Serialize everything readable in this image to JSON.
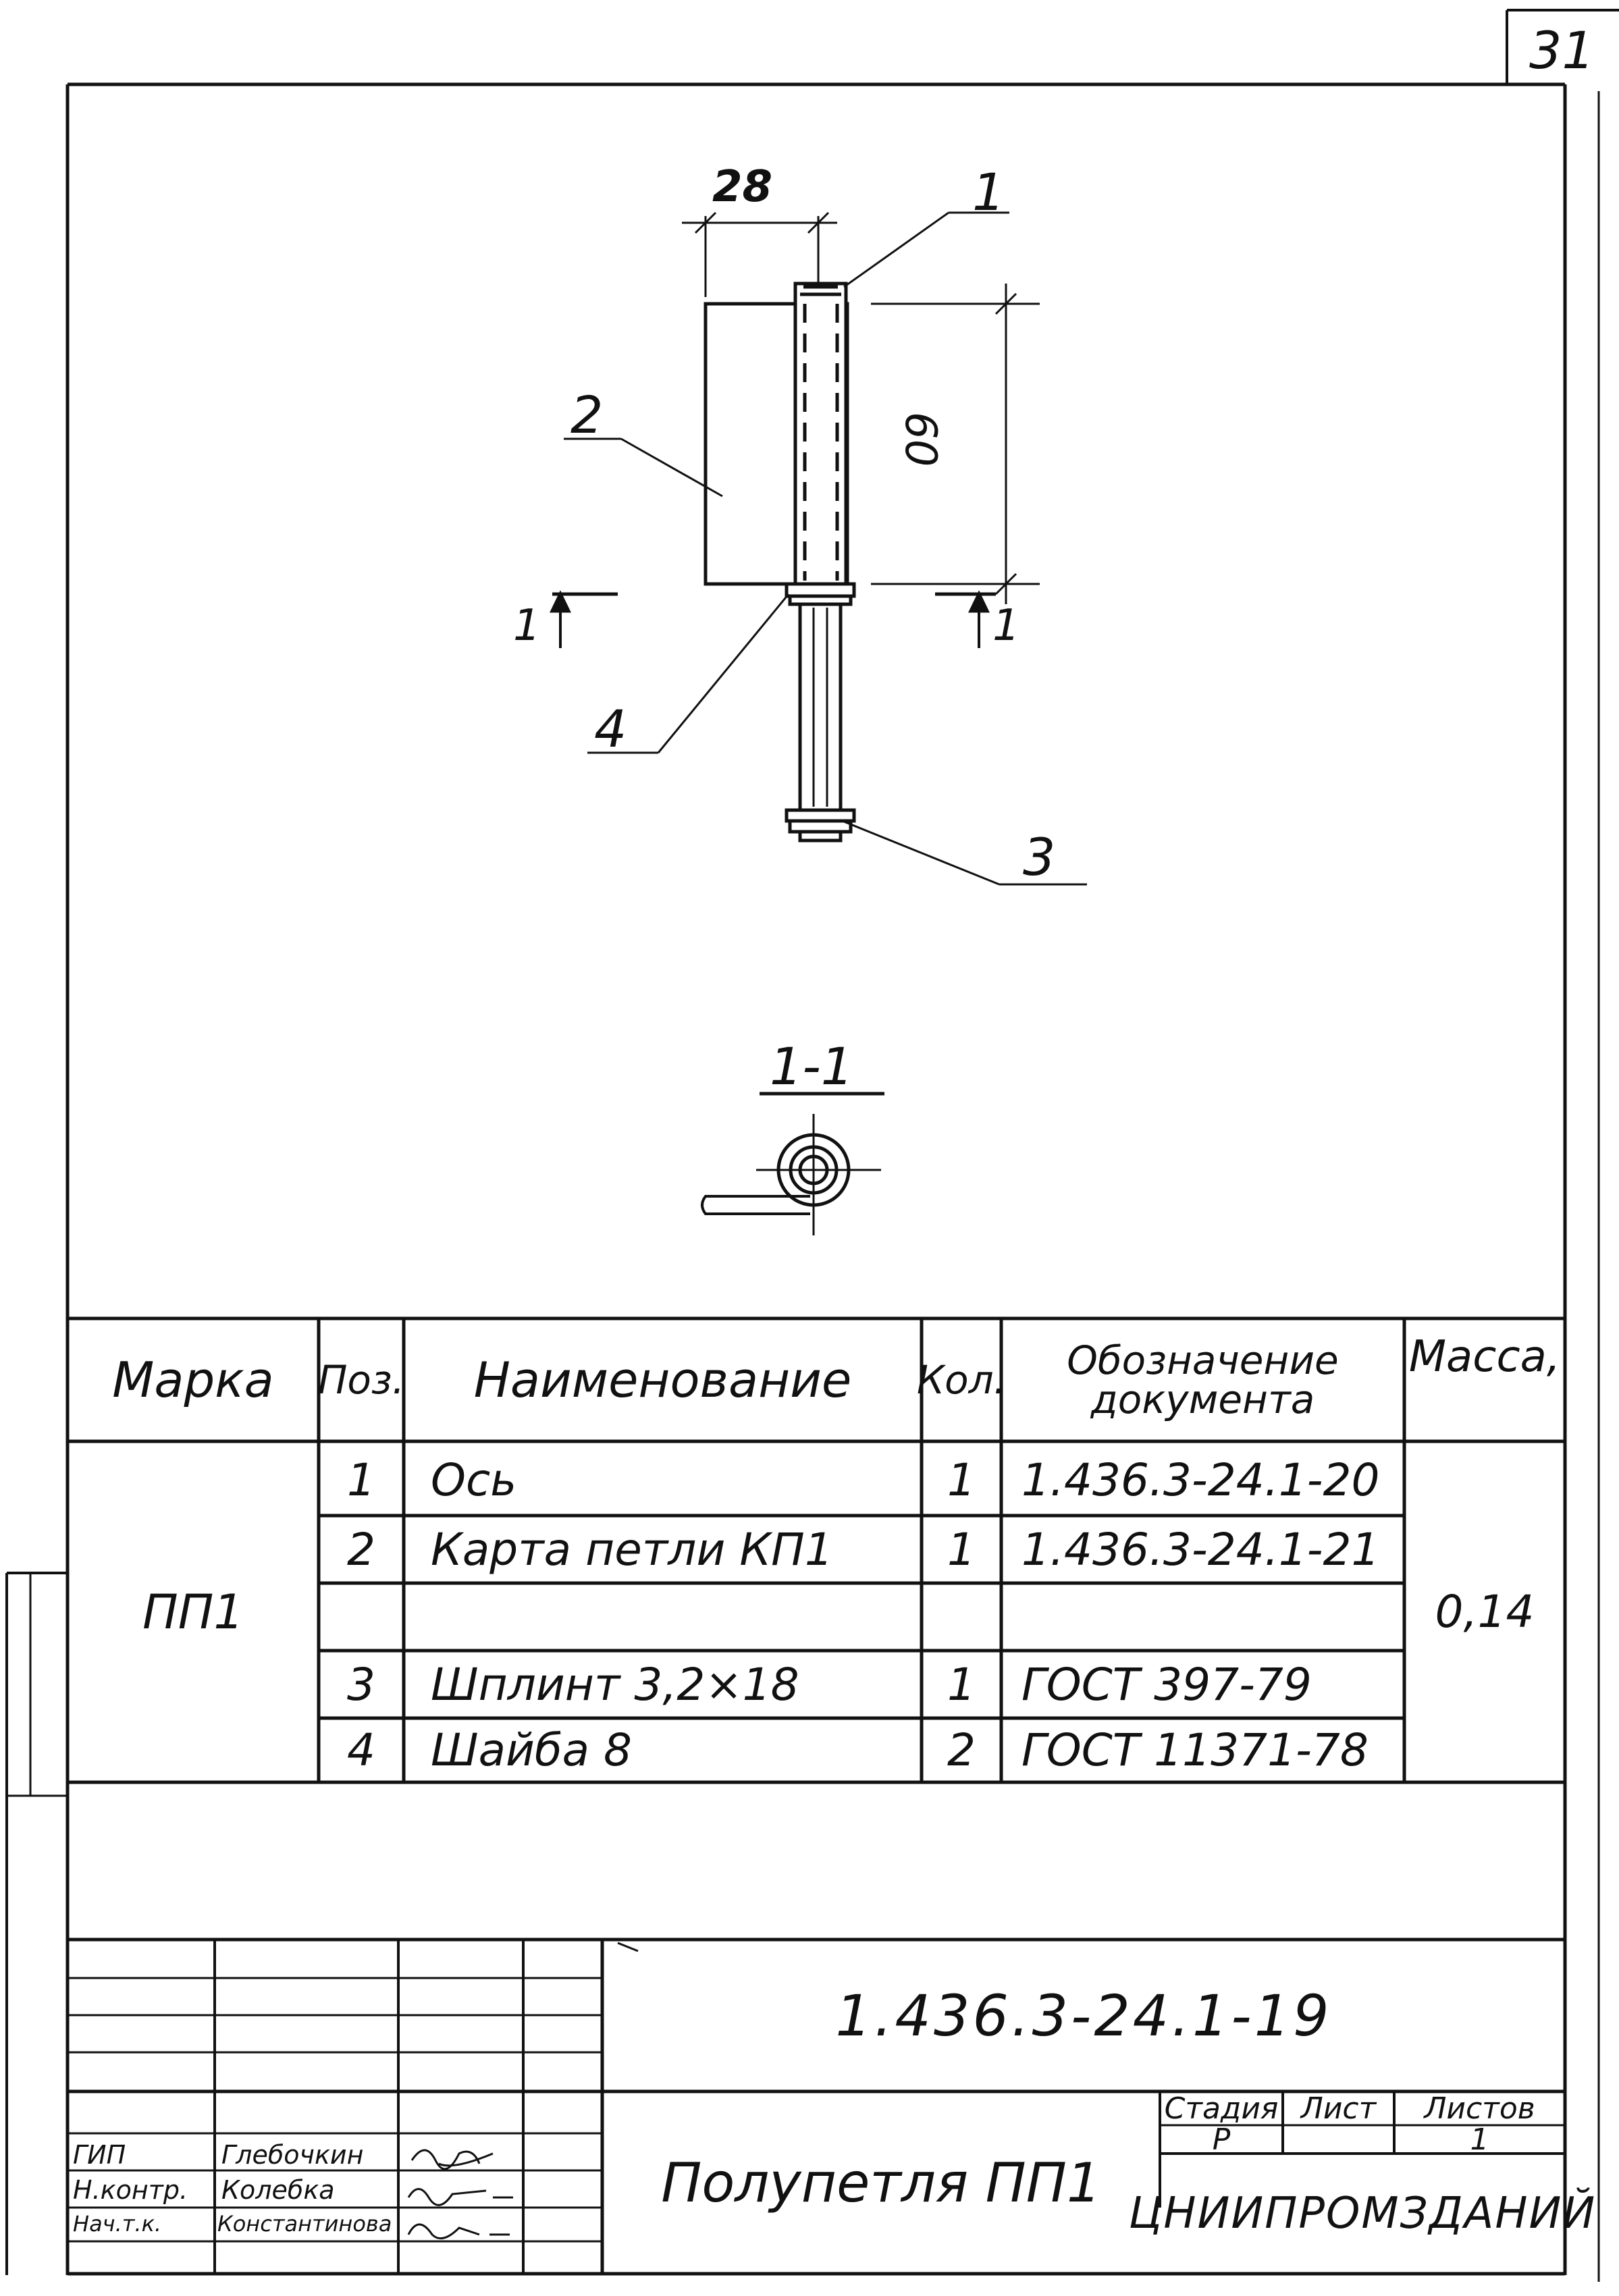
{
  "page_number": "31",
  "drawing": {
    "dim_width": "28",
    "dim_height": "60",
    "callouts": [
      "1",
      "2",
      "3",
      "4"
    ],
    "section_marker_left": "1",
    "section_marker_right": "1",
    "section_title": "1-1"
  },
  "spec_table": {
    "headers": {
      "mark": "Марка",
      "pos": "Поз.",
      "name": "Наименование",
      "qty": "Кол.",
      "doc_line1": "Обозначение",
      "doc_line2": "документа",
      "mass": "Масса,"
    },
    "mark_value": "ПП1",
    "mass_value": "0,14",
    "rows": [
      {
        "pos": "1",
        "name": "Ось",
        "qty": "1",
        "doc": "1.436.3-24.1-20"
      },
      {
        "pos": "2",
        "name": "Карта петли КП1",
        "qty": "1",
        "doc": "1.436.3-24.1-21"
      },
      {
        "pos": "",
        "name": "",
        "qty": "",
        "doc": ""
      },
      {
        "pos": "3",
        "name": "Шплинт 3,2×18",
        "qty": "1",
        "doc": "ГОСТ 397-79"
      },
      {
        "pos": "4",
        "name": "Шайба 8",
        "qty": "2",
        "doc": "ГОСТ 11371-78"
      }
    ]
  },
  "title_block": {
    "doc_code": "1.436.3-24.1-19",
    "title": "Полупетля ПП1",
    "stage_label": "Стадия",
    "sheet_label": "Лист",
    "sheets_label": "Листов",
    "stage_value": "Р",
    "sheets_value": "1",
    "organization": "ЦНИИПРОМЗДАНИЙ",
    "signatures": [
      {
        "role": "ГИП",
        "name": "Глебочкин"
      },
      {
        "role": "Н.контр.",
        "name": "Колебка"
      },
      {
        "role": "Нач.т.к.",
        "name": "Константинова"
      }
    ]
  }
}
